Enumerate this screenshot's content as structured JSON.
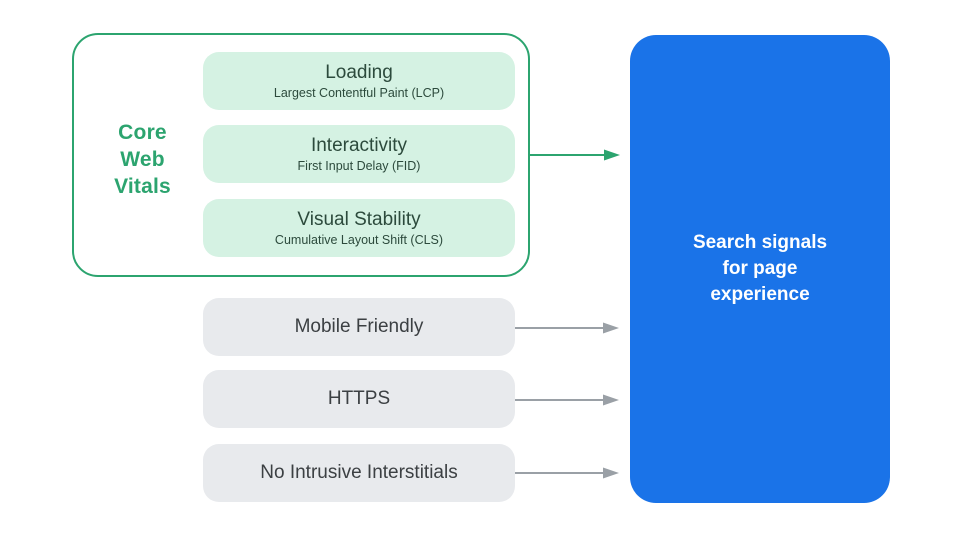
{
  "colors": {
    "green": "#2CA46F",
    "mint": "#D5F2E3",
    "dark_green_text": "#2C4A3C",
    "gray_pill": "#E8EAED",
    "gray_text": "#3C4043",
    "arrow_gray": "#9AA0A6",
    "blue": "#1A73E8",
    "white": "#FFFFFF"
  },
  "core_web_vitals": {
    "label": "Core Web Vitals",
    "label_lines": [
      "Core",
      "Web",
      "Vitals"
    ],
    "items": [
      {
        "title": "Loading",
        "subtitle": "Largest Contentful Paint (LCP)"
      },
      {
        "title": "Interactivity",
        "subtitle": "First Input Delay (FID)"
      },
      {
        "title": "Visual Stability",
        "subtitle": "Cumulative Layout Shift (CLS)"
      }
    ]
  },
  "other_signals": [
    {
      "label": "Mobile Friendly"
    },
    {
      "label": "HTTPS"
    },
    {
      "label": "No Intrusive Interstitials"
    }
  ],
  "result": {
    "label": "Search signals for page experience",
    "label_lines": [
      "Search signals",
      "for page",
      "experience"
    ]
  }
}
